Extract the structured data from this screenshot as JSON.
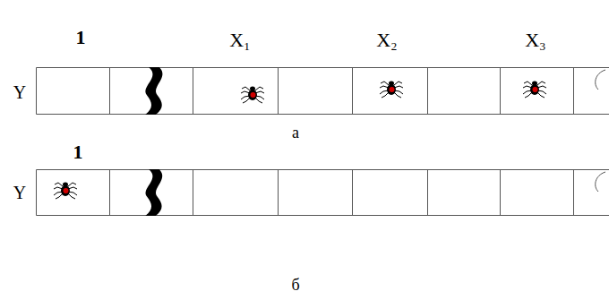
{
  "diagram": {
    "labels": [
      "1",
      "X₁",
      "X₂",
      "X₃",
      "Y",
      "а",
      "1",
      "Y",
      "б"
    ]
  }
}
